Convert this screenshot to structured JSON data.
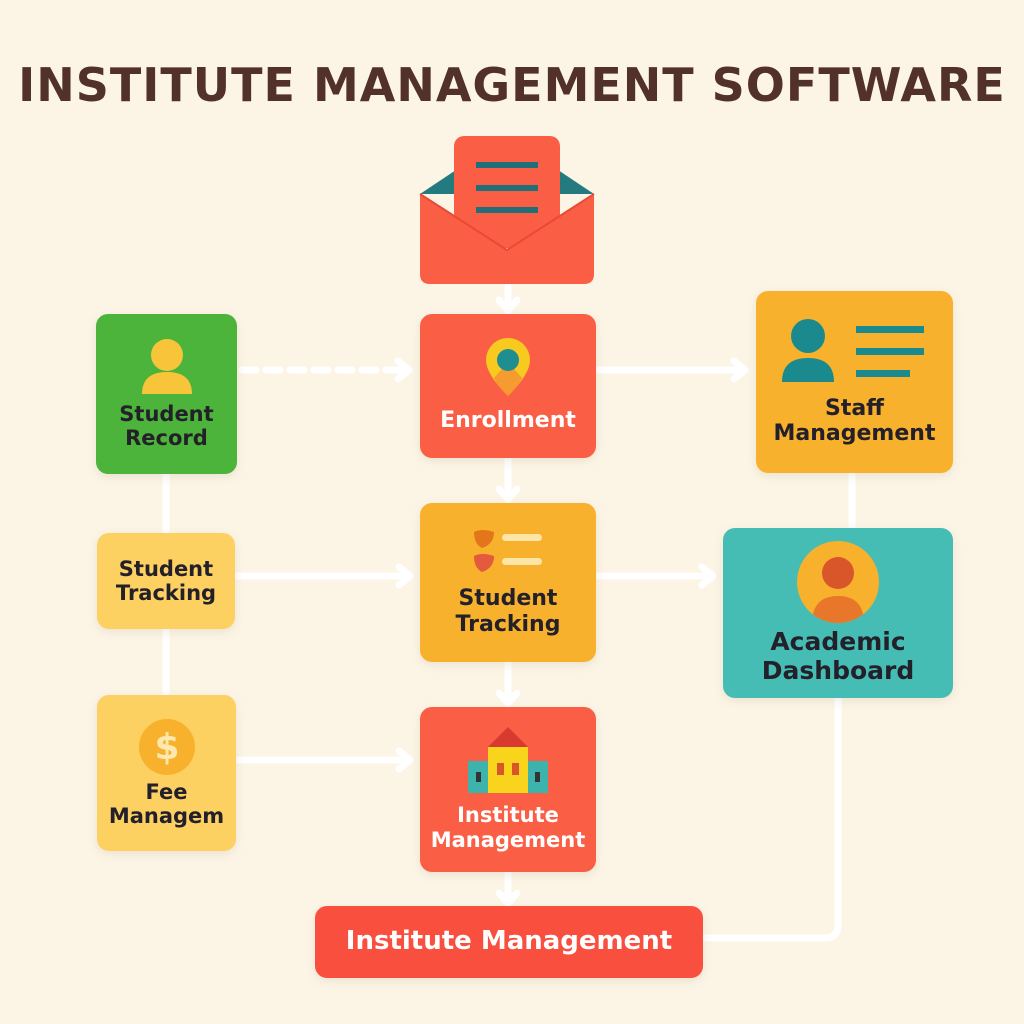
{
  "title": "INSTITUTE MANAGEMENT SOFTWARE",
  "colors": {
    "background": "#fcf5e6",
    "title": "#52312a",
    "red": "#fa5f45",
    "green": "#4cb33b",
    "amber": "#f8b12c",
    "light_yellow": "#fdd062",
    "teal": "#45bdb5",
    "connector": "#ffffff"
  },
  "nodes": {
    "email": {
      "icon": "envelope-letter-icon"
    },
    "student_record": {
      "line1": "Student",
      "line2": "Record",
      "icon": "user-icon"
    },
    "enrollment": {
      "line1": "Enrollment",
      "icon": "location-pin-icon"
    },
    "staff_management": {
      "line1": "Staff",
      "line2": "Management",
      "icon": "id-card-icon"
    },
    "student_tracking_left": {
      "line1": "Student",
      "line2": "Tracking"
    },
    "student_tracking_center": {
      "line1": "Student",
      "line2": "Tracking",
      "icon": "checklist-icon"
    },
    "academic_dashboard": {
      "line1": "Academic",
      "line2": "Dashboard",
      "icon": "user-avatar-icon"
    },
    "fee_management": {
      "line1": "Fee",
      "line2": "Managem",
      "icon": "dollar-coin-icon"
    },
    "institute_management_center": {
      "line1": "Institute",
      "line2": "Management",
      "icon": "school-building-icon"
    },
    "institute_management_bottom": {
      "line1": "Institute Management"
    }
  },
  "connectors": [
    {
      "from": "email",
      "to": "enrollment",
      "style": "solid"
    },
    {
      "from": "student_record",
      "to": "enrollment",
      "style": "dashed"
    },
    {
      "from": "enrollment",
      "to": "staff_management",
      "style": "solid"
    },
    {
      "from": "enrollment",
      "to": "student_tracking_center",
      "style": "solid"
    },
    {
      "from": "student_tracking_left",
      "to": "student_tracking_center",
      "style": "solid"
    },
    {
      "from": "student_tracking_center",
      "to": "academic_dashboard",
      "style": "solid"
    },
    {
      "from": "student_tracking_center",
      "to": "institute_management_center",
      "style": "solid"
    },
    {
      "from": "fee_management",
      "to": "institute_management_center",
      "style": "solid"
    },
    {
      "from": "institute_management_center",
      "to": "institute_management_bottom",
      "style": "solid"
    },
    {
      "from": "staff_management",
      "to": "academic_dashboard",
      "style": "line"
    },
    {
      "from": "academic_dashboard",
      "to": "institute_management_bottom",
      "style": "line"
    },
    {
      "from": "student_record",
      "to": "fee_management",
      "style": "line"
    }
  ]
}
